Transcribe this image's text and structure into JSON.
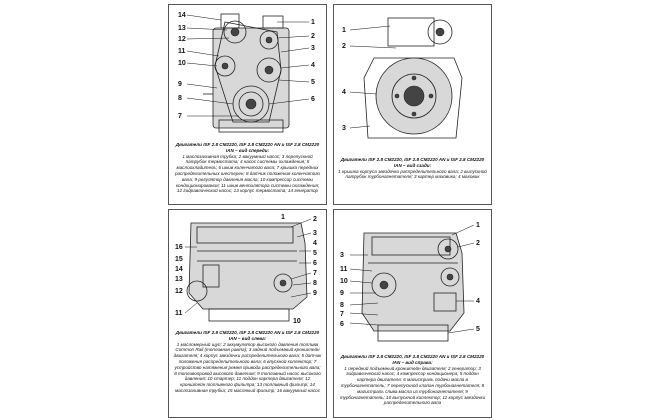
{
  "panels": [
    {
      "title": "Двигатели ISF 2.8 CM2220, ISF 2.8 CM2220 AN и ISF 2.8 CM2220 IAN – вид спереди:",
      "legend": "1 маслозаливная трубка; 2 вакуумный насос; 3 перепускной патрубок термостата; 4 насос системы охлаждения; 5 маслоохладитель; 6 шкив коленчатого вала; 7 крышка передних распределительных шестерен; 8 датчик положения коленчатого вала; 9 регулятор давления масла; 10 компрессор системы кондиционирования; 11 шкив вентилятора системы охлаждения; 12 гидравлический насос; 13 корпус термостата; 14 генератор",
      "callouts": [
        "14",
        "1",
        "13",
        "2",
        "12",
        "3",
        "11",
        "4",
        "10",
        "5",
        "9",
        "8",
        "6",
        "7"
      ]
    },
    {
      "title": "Двигатели ISF 2.8 CM2220, ISF 2.8 CM2220 AN и ISF 2.8 CM2220 IAN – вид сзади:",
      "legend": "1 крышка корпуса звездочки распределительного вала; 2 выпускной патрубок турбонагнетателя; 3 картер маховика; 4 маховик",
      "callouts": [
        "1",
        "2",
        "4",
        "3"
      ]
    },
    {
      "title": "Двигатели ISF 2.8 CM2220, ISF 2.8 CM2220 AN и ISF 2.8 CM2220 IAN – вид слева:",
      "legend": "1 масломерный щуп; 2 аккумулятор высокого давления топлива Common Rail (топливная рампа); 3 задний подъемный кронштейн двигателя; 4 корпус звездочки распределительного вала; 5 датчик положения распределительного вала; 6 впускной коллектор; 7 устройство натяжения ремня привода распределительного вала; 8 топливопровод высокого давления; 9 топливный насос высокого давления; 10 стартер; 11 поддон картера двигателя; 12 кронштейн топливного фильтра; 13 топливный фильтр; 14 маслозаливная трубка; 15 масляный фильтр; 16 вакуумный насос",
      "callouts": [
        "1",
        "2",
        "3",
        "4",
        "16",
        "5",
        "6",
        "15",
        "14",
        "7",
        "13",
        "8",
        "12",
        "9",
        "11",
        "10"
      ]
    },
    {
      "title": "Двигатели ISF 2.8 CM2220, ISF 2.8 CM2220 AN и ISF 2.8 CM2220 IAN – вид справа:",
      "legend": "1 передний подъемный кронштейн двигателя; 2 генератор; 3 гидравлический насос; 4 компрессор кондиционера; 5 поддон картера двигателя; 6 магистраль подачи масла в турбонагнетатель; 7 перепускной клапан турбонагнетателя; 8 магистраль слива масла из турбонагнетателя; 9 турбонагнетатель; 10 выпускной коллектор; 11 корпус звездочки распределительного вала",
      "callouts": [
        "1",
        "2",
        "3",
        "11",
        "10",
        "9",
        "8",
        "4",
        "7",
        "6",
        "5"
      ]
    }
  ]
}
